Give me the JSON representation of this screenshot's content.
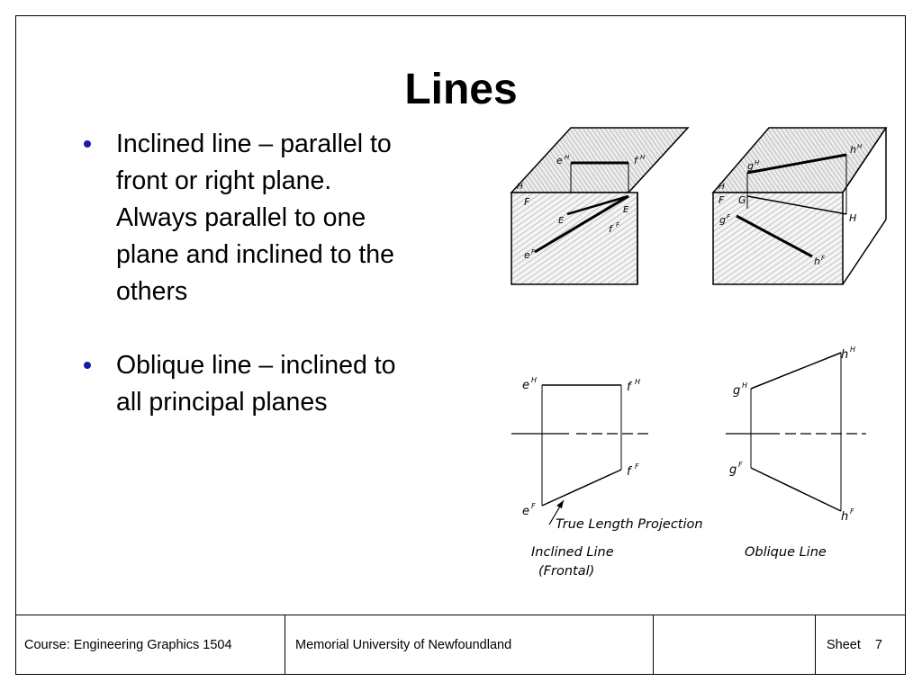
{
  "slide": {
    "title": "Lines",
    "bullets": [
      {
        "text": "Inclined line – parallel to front or right plane.\nAlways parallel to one plane and inclined to the others"
      },
      {
        "text": "Oblique line – inclined to all principal planes"
      }
    ]
  },
  "bullet_lines": [
    [
      "Inclined line – parallel to",
      "front or right plane.",
      "Always parallel to one",
      "plane and inclined to the",
      "others"
    ],
    [
      "Oblique line – inclined to",
      "all principal planes"
    ]
  ],
  "figures": {
    "box_left": {
      "labels": {
        "eh": "e",
        "eh_sup": "H",
        "fh": "f",
        "fh_sup": "H",
        "h": "H",
        "F": "F",
        "E1": "E",
        "E2": "E",
        "ff": "f",
        "ff_sup": "F",
        "ef": "e",
        "ef_sup": "F"
      }
    },
    "box_right": {
      "labels": {
        "gh": "g",
        "gh_sup": "H",
        "hh": "h",
        "hh_sup": "H",
        "h": "H",
        "F": "F",
        "G": "G",
        "gf": "g",
        "gf_sup": "F",
        "H2": "H",
        "hf": "h",
        "hf_sup": "F"
      }
    },
    "inclined": {
      "labels": {
        "eh": "e",
        "eh_sup": "H",
        "fh": "f",
        "fh_sup": "H",
        "ff": "f",
        "ff_sup": "F",
        "ef": "e",
        "ef_sup": "F"
      },
      "annotation": "True Length Projection",
      "caption_line1": "Inclined Line",
      "caption_line2": "(Frontal)"
    },
    "oblique": {
      "labels": {
        "gh": "g",
        "gh_sup": "H",
        "hh": "h",
        "hh_sup": "H",
        "gf": "g",
        "gf_sup": "F",
        "hf": "h",
        "hf_sup": "F"
      },
      "caption": "Oblique Line"
    }
  },
  "footer": {
    "course": "Course: Engineering Graphics 1504",
    "university": "Memorial University of Newfoundland",
    "blank": "",
    "sheet_label": "Sheet",
    "sheet_number": "7"
  },
  "colors": {
    "bullet": "#1a1aa6",
    "hatch": "#bdbdbd"
  }
}
